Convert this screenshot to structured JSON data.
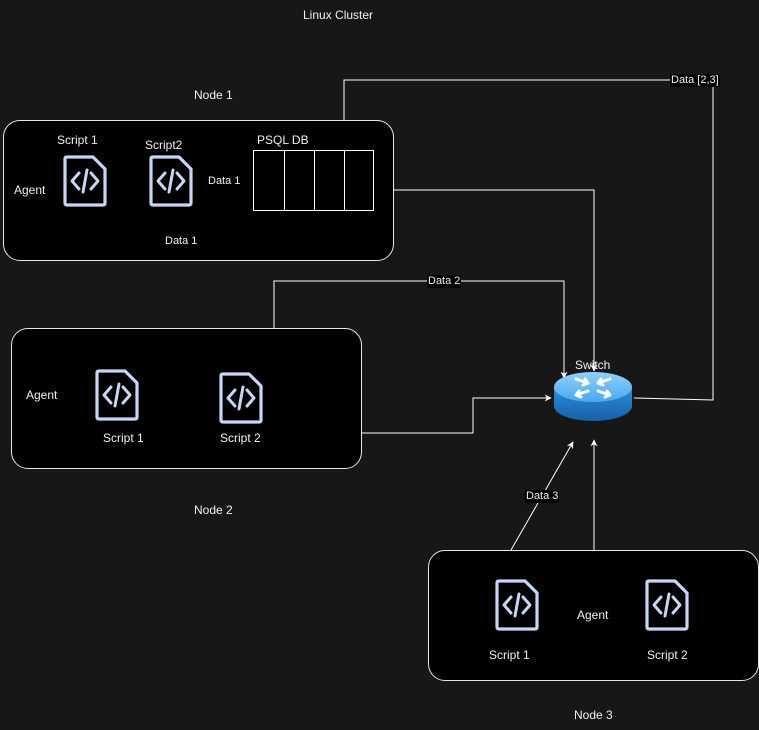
{
  "title": "Linux Cluster",
  "nodes": {
    "node1": {
      "label": "Node 1",
      "agent": "Agent",
      "script1": "Script 1",
      "script2": "Script2",
      "db_label": "PSQL DB"
    },
    "node2": {
      "label": "Node 2",
      "agent": "Agent",
      "script1": "Script 1",
      "script2": "Script 2"
    },
    "node3": {
      "label": "Node 3",
      "agent": "Agent",
      "script1": "Script 1",
      "script2": "Script 2"
    }
  },
  "switch": {
    "label": "Switch"
  },
  "edges": {
    "script2_to_db": "Data 1",
    "script1_to_db": "Data 1",
    "switch_to_db": "Data [2,3]",
    "node2_to_switch": "Data 2",
    "node3_to_switch": "Data 3"
  },
  "colors": {
    "background": "#171718",
    "node_fill": "#000000",
    "stroke": "#ffffff",
    "icon": "#c7d6f5",
    "switch": "#2f8fd8"
  },
  "icons": {
    "script": "code-file-icon",
    "switch": "network-switch-icon"
  }
}
